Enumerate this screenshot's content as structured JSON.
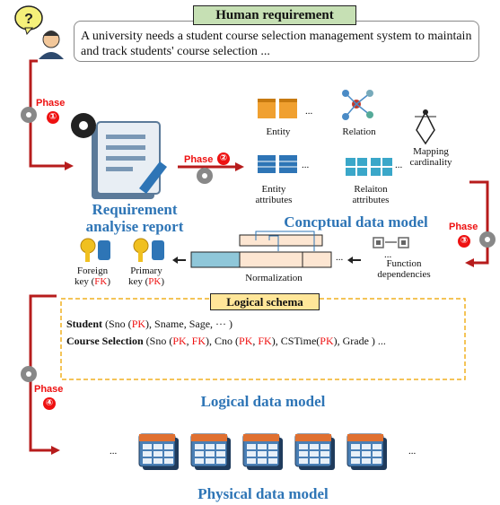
{
  "human_requirement": {
    "title": "Human requirement",
    "text": "A university needs a student course selection management system to maintain and track students' course selection ..."
  },
  "phases": [
    {
      "label": "Phase",
      "number": "①"
    },
    {
      "label": "Phase",
      "number": "②"
    },
    {
      "label": "Phase",
      "number": "③"
    },
    {
      "label": "Phase",
      "number": "④"
    }
  ],
  "requirement_report": {
    "line1": "Requirement",
    "line2": "analyise report"
  },
  "conceptual": {
    "title": "Concptual data model",
    "entity": "Entity",
    "relation": "Relation",
    "mapping": "Mapping cardinality",
    "entity_attributes": "Entity attributes",
    "relation_attributes": "Relaiton attributes",
    "ellipsis": "..."
  },
  "logical": {
    "title": "Logical data model",
    "foreign_key_a": "Foreign",
    "foreign_key_b": "key (",
    "foreign_key_fk": "FK",
    "primary_key_a": "Primary",
    "primary_key_b": "key (",
    "primary_key_pk": "PK",
    "normalization": "Normalization",
    "function_dependencies": "Function dependencies",
    "ellipsis": "...",
    "schema_title": "Logical schema",
    "student_name": "Student",
    "student_rest": "(Sno (PK), Sname, Sage, ··· )",
    "course_name": "Course Selection",
    "course_rest": "(Sno (PK, FK), Cno (PK, FK), CSTime(PK), Grade ) ..."
  },
  "physical": {
    "title": "Physical data model",
    "ellipsis": "..."
  },
  "colors": {
    "red": "#ee1111",
    "blue": "#2e75b6",
    "navy": "#1f3b5c",
    "green_box": "#c6e0b4",
    "yellow_box": "#ffe699",
    "orange": "#f0a030"
  }
}
